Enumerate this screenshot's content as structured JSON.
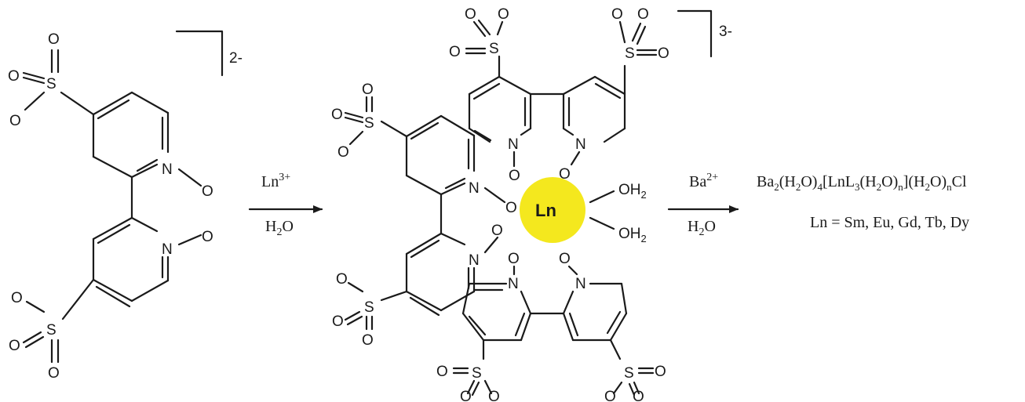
{
  "atoms": {
    "O": "O",
    "S": "S",
    "N": "N",
    "H": "H",
    "two": "2",
    "ln": "Ln"
  },
  "charges": {
    "ligand": "2-",
    "complex": "3-"
  },
  "colors": {
    "ln_fill": "#f4e81e",
    "bond": "#1a1a1a"
  },
  "reaction": {
    "step1": {
      "reagent": "Ln",
      "reagent_charge": "3+",
      "solvent_main": "H",
      "solvent_sub": "2",
      "solvent_end": "O"
    },
    "step2": {
      "reagent": "Ba",
      "reagent_charge": "2+",
      "solvent_main": "H",
      "solvent_sub": "2",
      "solvent_end": "O"
    }
  },
  "product": {
    "p1": "Ba",
    "s1": "2",
    "p2": "(H",
    "s2": "2",
    "p3": "O)",
    "s3": "4",
    "p4": "[LnL",
    "s4": "3",
    "p5": "(H",
    "s5": "2",
    "p6": "O)",
    "s6": "n",
    "p7": "](H",
    "s7": "2",
    "p8": "O)",
    "s8": "n",
    "p9": "Cl",
    "note": "Ln = Sm, Eu, Gd, Tb, Dy"
  }
}
